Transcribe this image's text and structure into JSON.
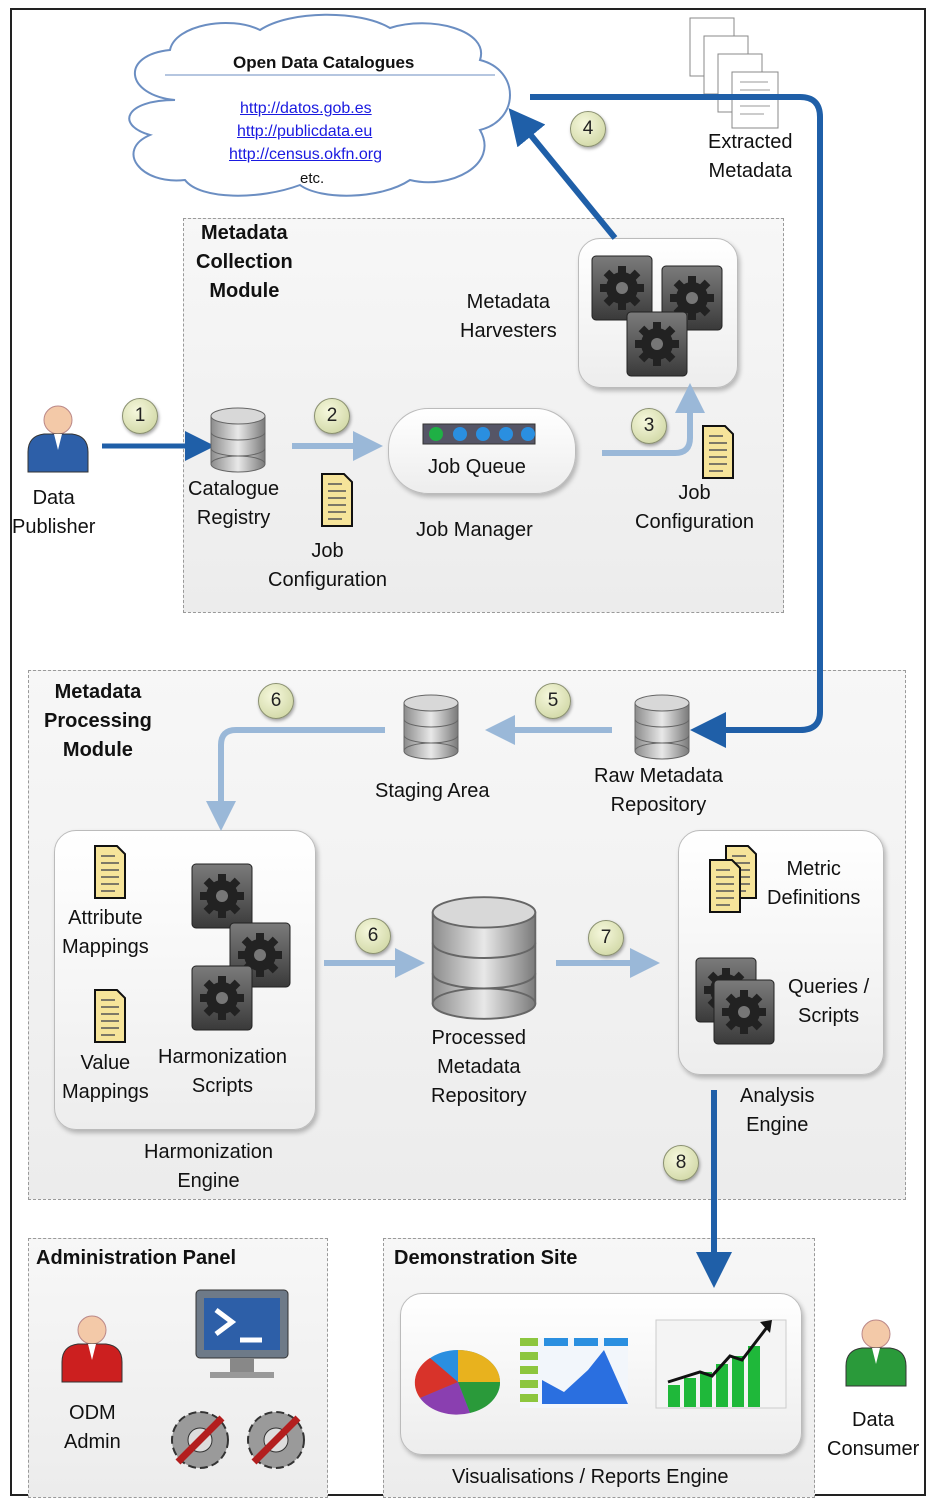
{
  "cloud": {
    "title": "Open Data Catalogues",
    "links": [
      "http://datos.gob.es",
      "http://publicdata.eu",
      "http://census.okfn.org"
    ],
    "etc": "etc."
  },
  "extracted_metadata": "Extracted\nMetadata",
  "collection_module": {
    "title": "Metadata\nCollection\nModule",
    "harvesters": "Metadata\nHarvesters",
    "catalogue_registry": "Catalogue\nRegistry",
    "job_config_left": "Job\nConfiguration",
    "job_queue": "Job Queue",
    "job_manager": "Job Manager",
    "job_config_right": "Job\nConfiguration"
  },
  "data_publisher": "Data\nPublisher",
  "processing_module": {
    "title": "Metadata\nProcessing\nModule",
    "staging_area": "Staging Area",
    "raw_repository": "Raw Metadata\nRepository",
    "attribute_mappings": "Attribute\nMappings",
    "value_mappings": "Value\nMappings",
    "harmonization_scripts": "Harmonization\nScripts",
    "harmonization_engine": "Harmonization\nEngine",
    "processed_repository": "Processed\nMetadata\nRepository",
    "metric_definitions": "Metric\nDefinitions",
    "queries_scripts": "Queries /\nScripts",
    "analysis_engine": "Analysis\nEngine"
  },
  "admin_panel": {
    "title": "Administration Panel",
    "user": "ODM\nAdmin"
  },
  "demo_site": {
    "title": "Demonstration Site",
    "engine": "Visualisations / Reports Engine"
  },
  "data_consumer": "Data\nConsumer",
  "steps": [
    "1",
    "2",
    "3",
    "4",
    "5",
    "6",
    "6",
    "7",
    "8"
  ],
  "colors": {
    "dark_arrow": "#1f5fa8",
    "light_arrow": "#9ab8d8",
    "step_fill": "#dfe4b8"
  }
}
